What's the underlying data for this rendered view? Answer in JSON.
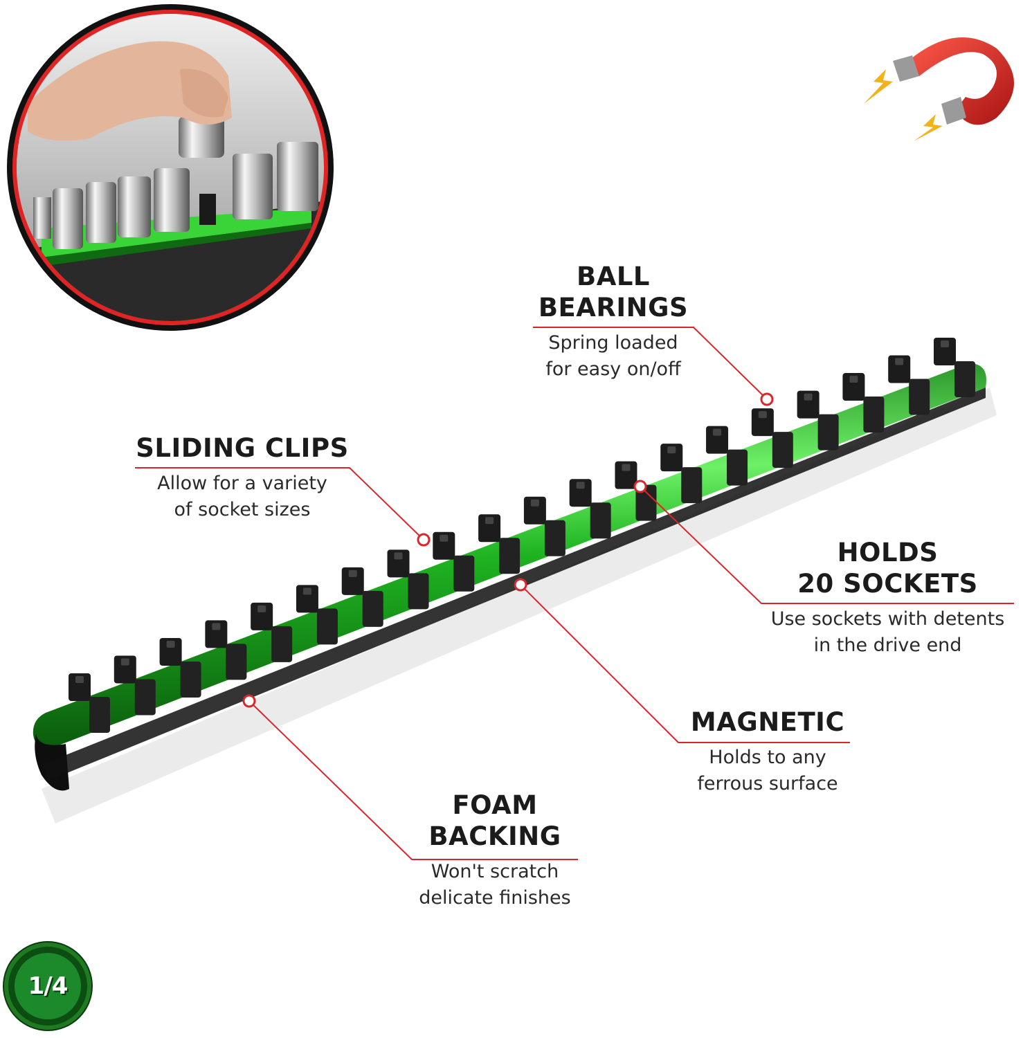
{
  "callouts": {
    "ball_bearings": {
      "title_lines": [
        "BALL",
        "BEARINGS"
      ],
      "desc_lines": [
        "Spring loaded",
        "for easy on/off"
      ]
    },
    "sliding_clips": {
      "title_lines": [
        "SLIDING CLIPS"
      ],
      "desc_lines": [
        "Allow for a variety",
        "of socket sizes"
      ]
    },
    "holds_sockets": {
      "title_lines": [
        "HOLDS",
        "20 SOCKETS"
      ],
      "desc_lines": [
        "Use sockets with detents",
        "in the drive end"
      ]
    },
    "magnetic": {
      "title_lines": [
        "MAGNETIC"
      ],
      "desc_lines": [
        "Holds to any",
        "ferrous surface"
      ]
    },
    "foam_backing": {
      "title_lines": [
        "FOAM",
        "BACKING"
      ],
      "desc_lines": [
        "Won't scratch",
        "delicate finishes"
      ]
    }
  },
  "badge": {
    "label": "1/4"
  },
  "rail": {
    "clip_count": 20
  },
  "colors": {
    "rail_green": "#18a81c",
    "rail_highlight": "#5ee85a",
    "clip_black": "#1c1c1c",
    "leader_red": "#d9262b",
    "inset_ring_red": "#e02424",
    "magnet_red": "#d42a2a"
  },
  "icons": {
    "magnet": "magnet-icon",
    "inset": "socket-inset-photo"
  }
}
